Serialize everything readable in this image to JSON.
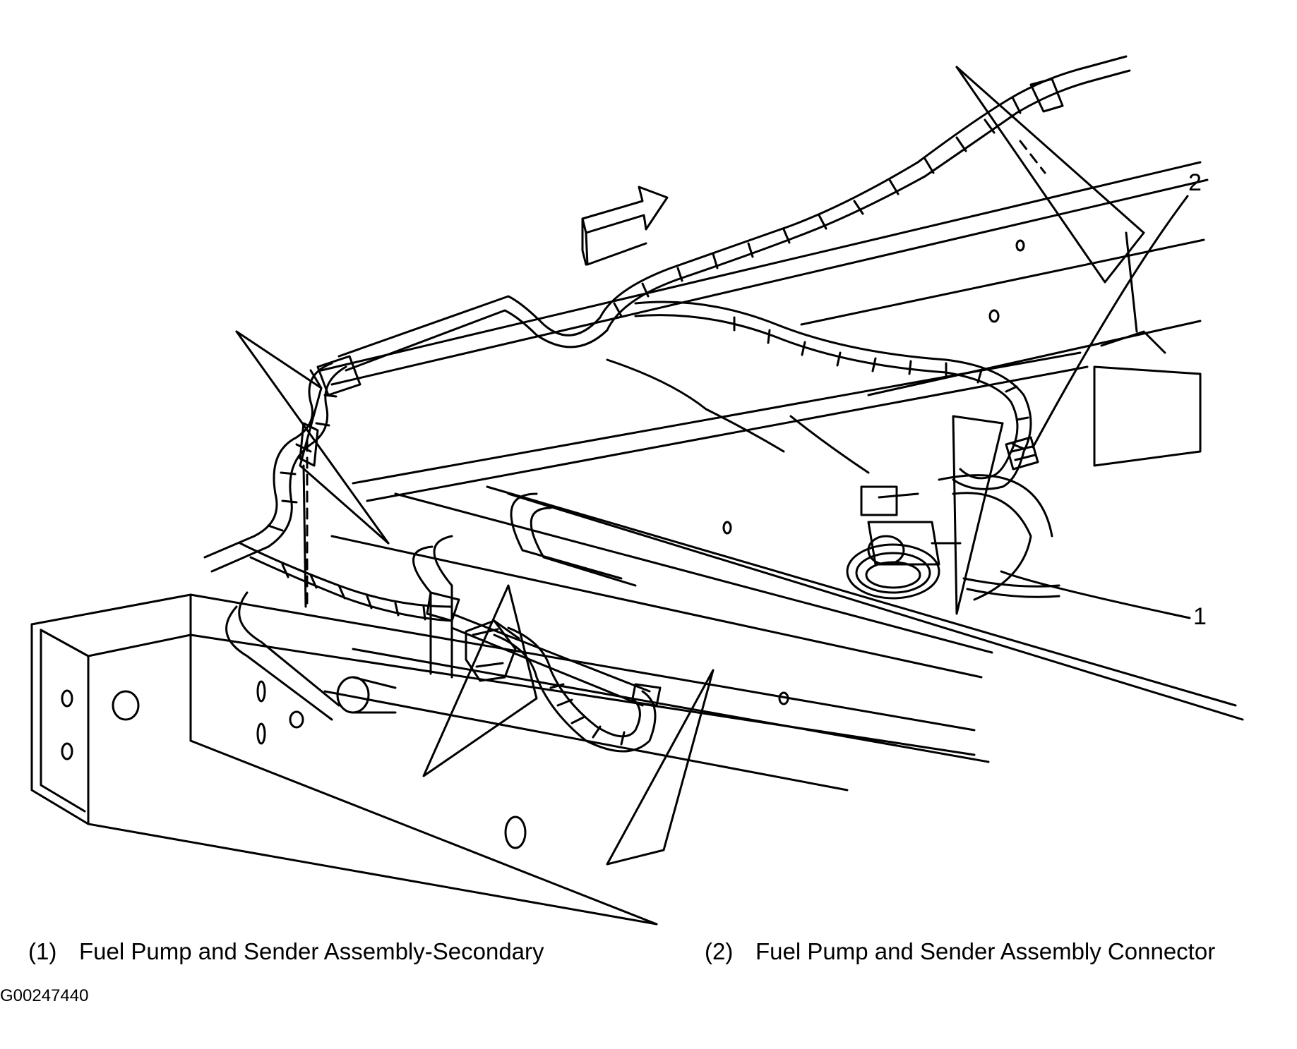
{
  "callouts": {
    "c1": "1",
    "c2": "2"
  },
  "legend": [
    {
      "number": "(1)",
      "text": "Fuel Pump and Sender Assembly-Secondary"
    },
    {
      "number": "(2)",
      "text": "Fuel Pump and Sender Assembly Connector"
    }
  ],
  "figure_id": "G00247440",
  "colors": {
    "line": "#000000",
    "background": "#ffffff"
  }
}
